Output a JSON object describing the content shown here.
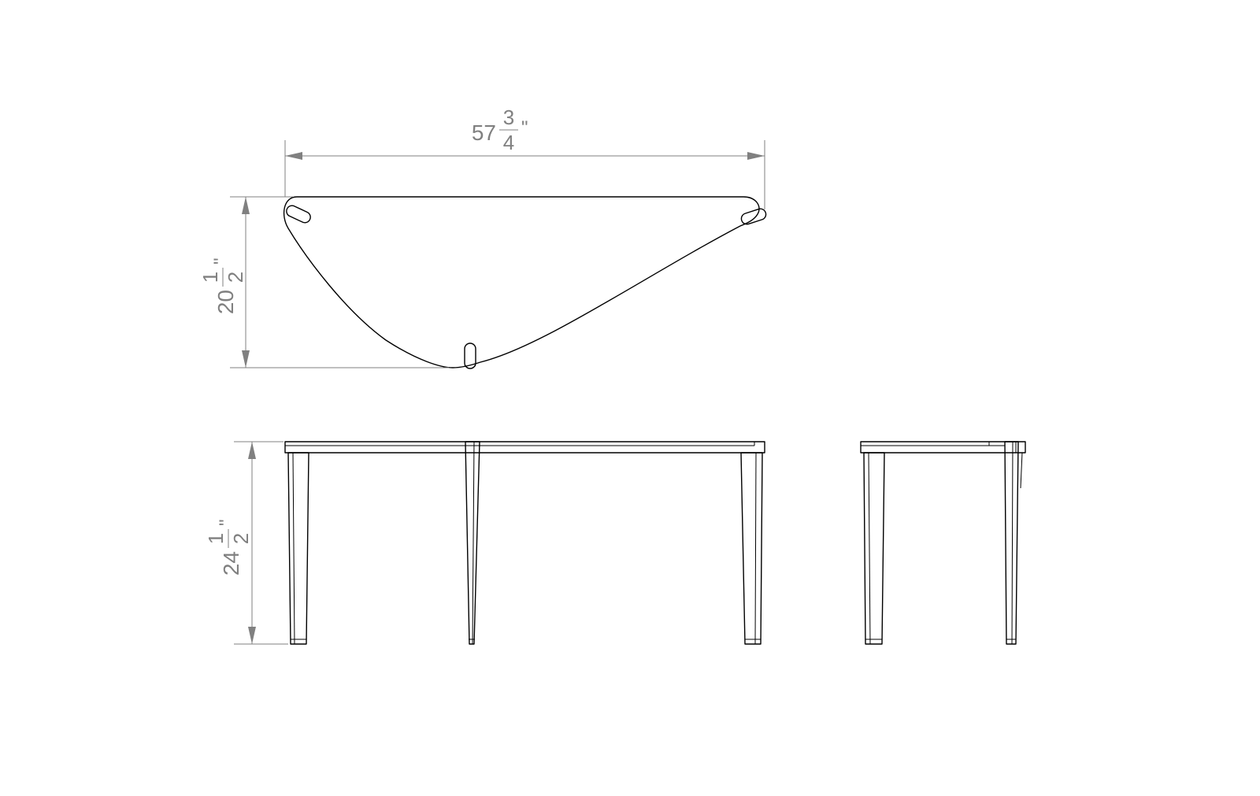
{
  "drawing": {
    "views": [
      "top",
      "front",
      "side"
    ],
    "line_color": "#000000",
    "dimension_color": "#808080",
    "background": "#ffffff"
  },
  "dimensions": {
    "width": {
      "whole": "57",
      "numerator": "3",
      "denominator": "4",
      "unit": "\""
    },
    "depth": {
      "whole": "20",
      "numerator": "1",
      "denominator": "2",
      "unit": "\""
    },
    "height": {
      "whole": "24",
      "numerator": "1",
      "denominator": "2",
      "unit": "\""
    }
  }
}
